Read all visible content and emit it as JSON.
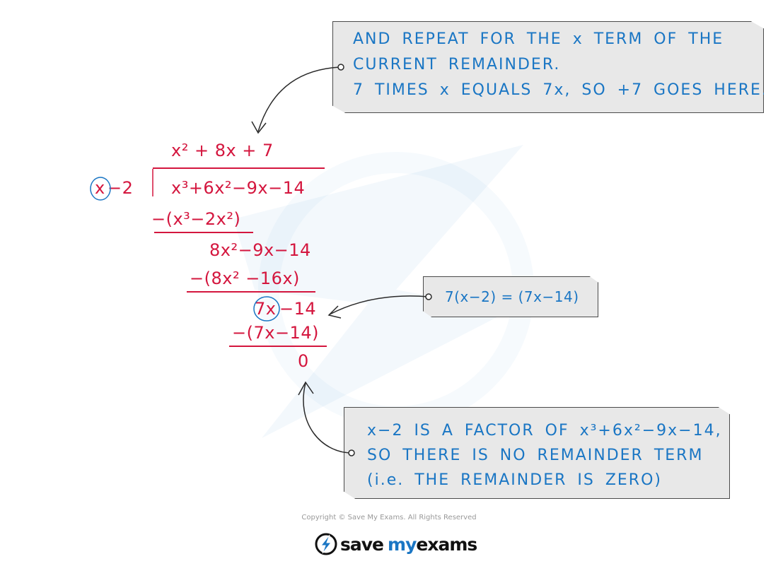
{
  "division": {
    "quotient": "x² + 8x + 7",
    "divisor_x": "x",
    "divisor_rest": "−2",
    "dividend": "x³+6x²−9x−14",
    "step1_subtract": "−(x³−2x²)",
    "step1_result": "8x²−9x−14",
    "step2_subtract": "−(8x² −16x)",
    "step2_result_term": "7x",
    "step2_result_rest": "−14",
    "step3_subtract": "−(7x−14)",
    "final_remainder": "0"
  },
  "notes": {
    "top": {
      "line1": "AND REPEAT FOR THE x TERM OF THE",
      "line2": "CURRENT REMAINDER.",
      "line3": "7 TIMES x EQUALS 7x, SO +7 GOES HERE."
    },
    "middle": {
      "line1": "7(x−2) = (7x−14)"
    },
    "bottom": {
      "line1": "x−2 IS A FACTOR OF x³+6x²−9x−14,",
      "line2": "SO THERE IS NO REMAINDER TERM",
      "line3": "(i.e. THE REMAINDER IS ZERO)"
    }
  },
  "footer": {
    "copyright": "Copyright © Save My Exams. All Rights Reserved",
    "brand_save": "save",
    "brand_my": "my",
    "brand_exams": "exams"
  },
  "colors": {
    "working": "#d4163e",
    "annotation": "#1a76c4",
    "note_fill": "#e8e8e8",
    "note_border": "#4a4a4a"
  }
}
